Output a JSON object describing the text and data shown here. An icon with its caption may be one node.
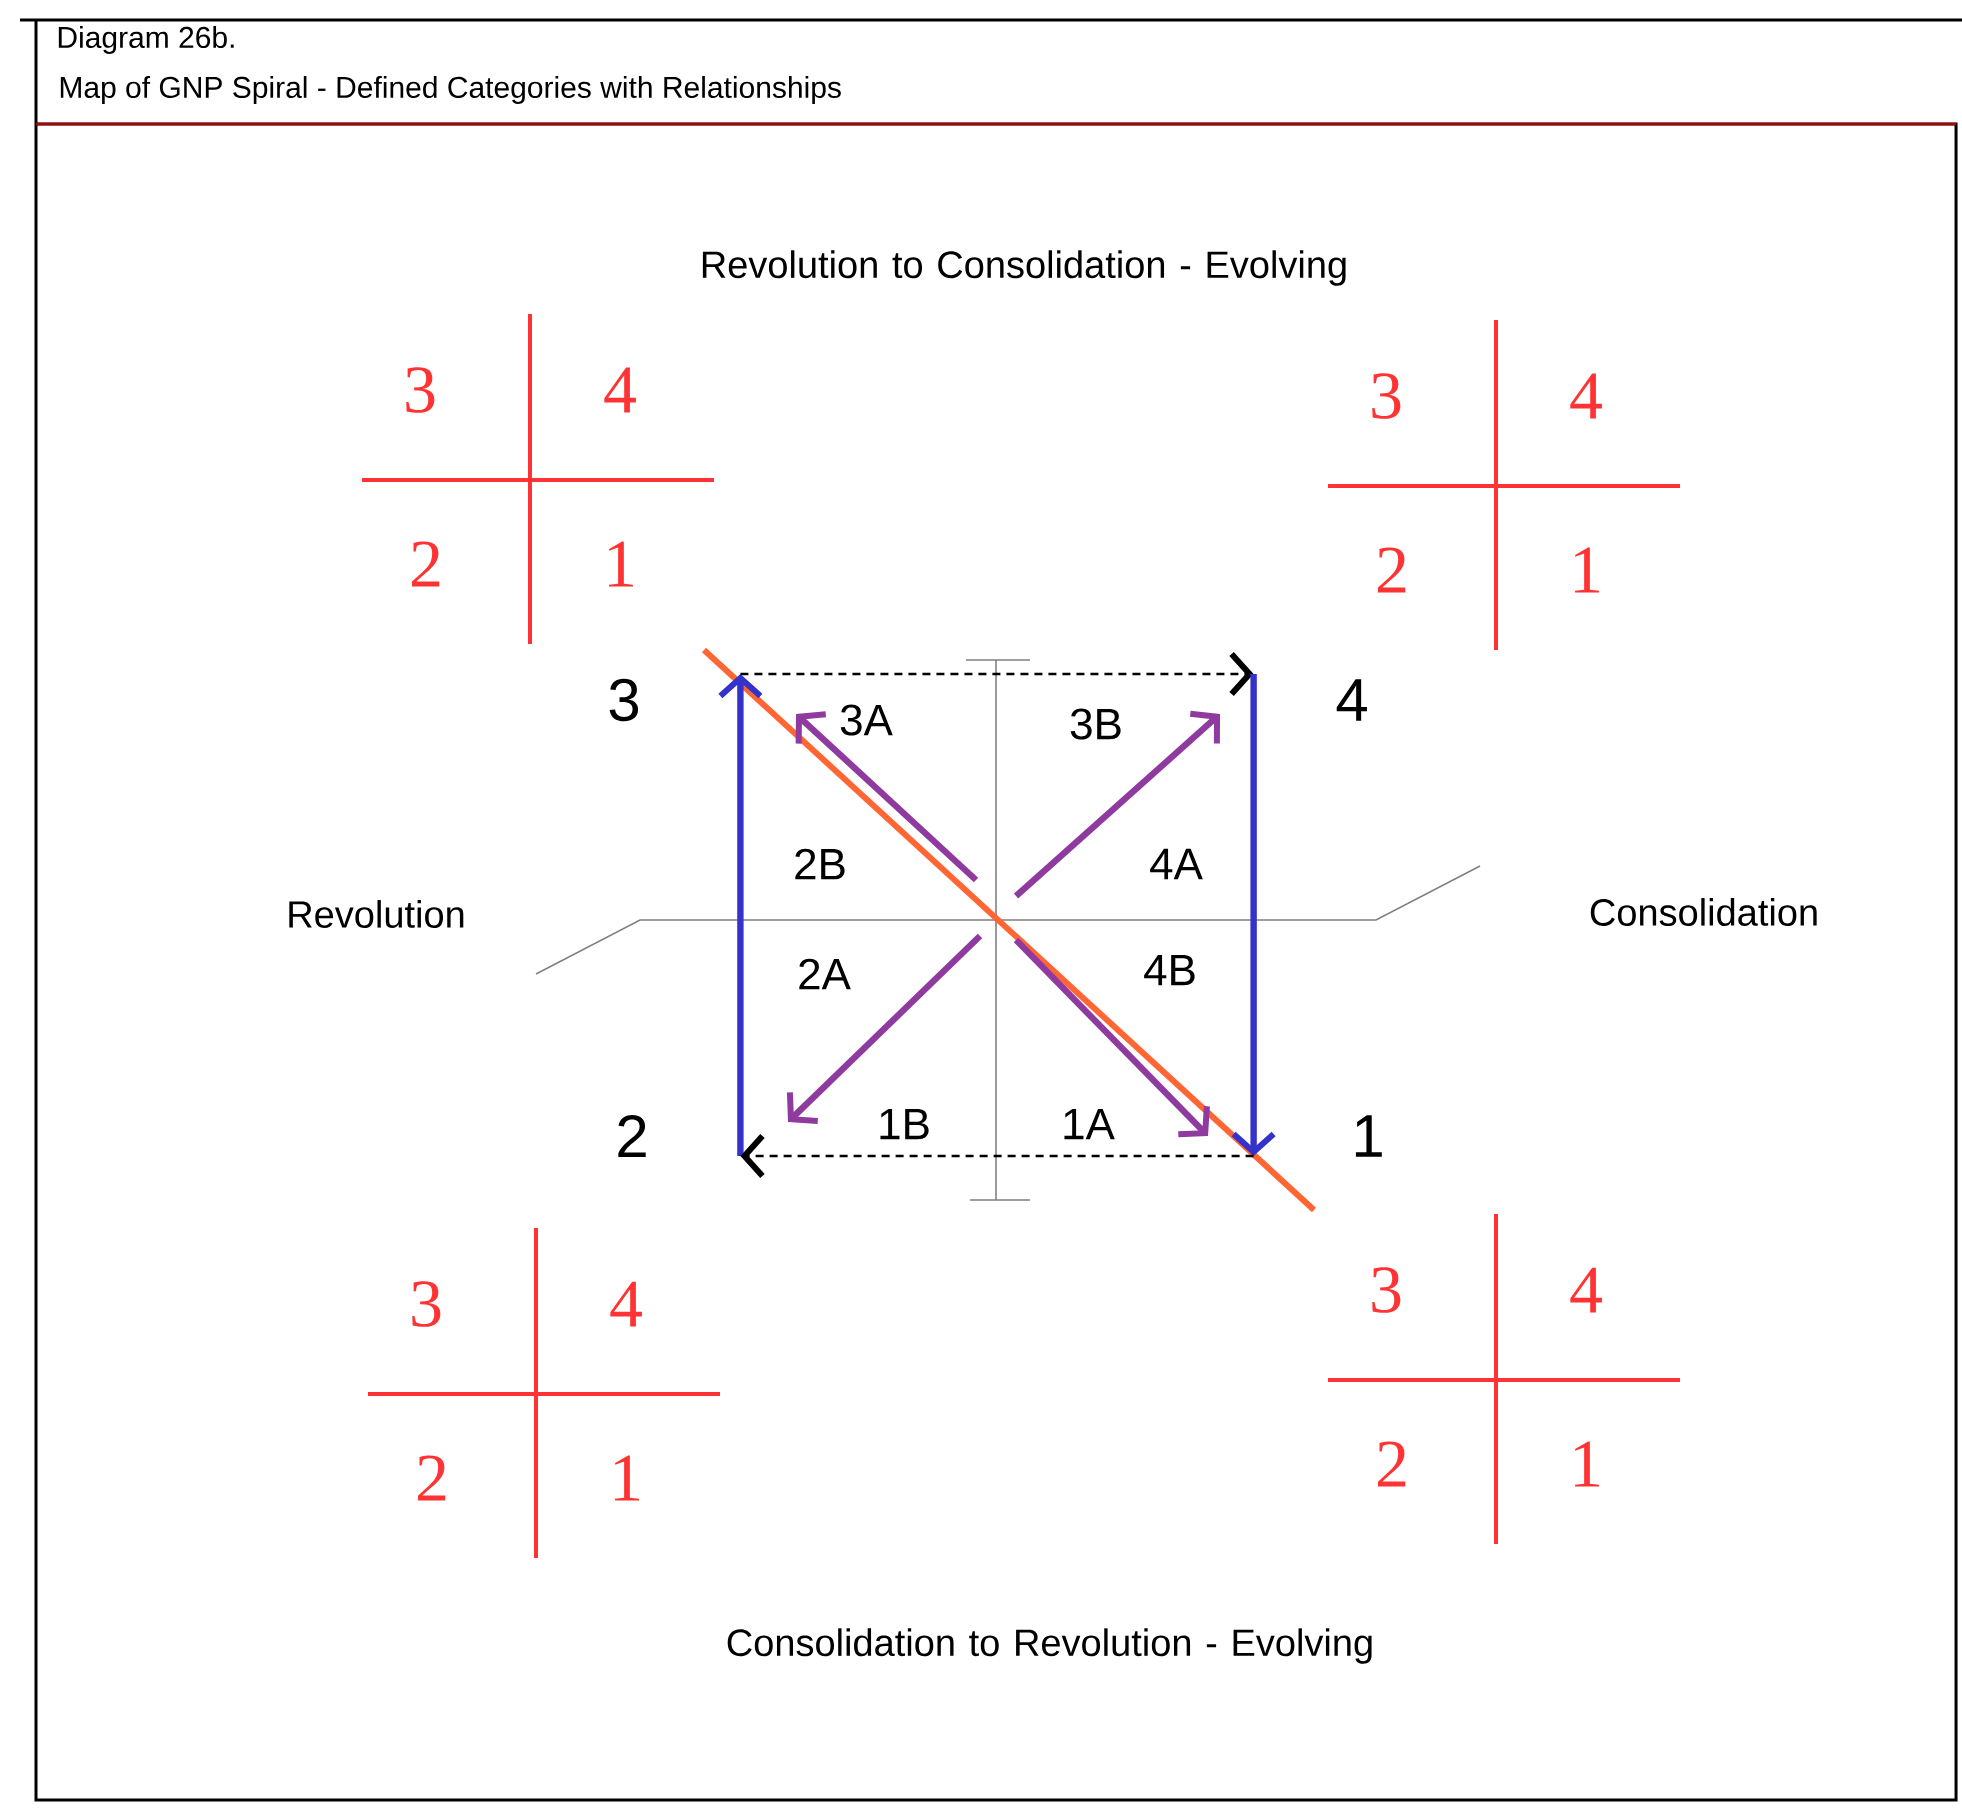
{
  "diagram": {
    "title": "Diagram 26b.",
    "nodes": [
      {
        "text": [
          "3"
        ]
      },
      {
        "text": [
          "4"
        ]
      },
      {
        "text": [
          "2"
        ]
      },
      {
        "text": [
          "1"
        ]
      }
    ],
    "edges": [
      {
        "from": 2,
        "to": 0,
        "arrow": "to",
        "color": "#3333cc",
        "style": "thick"
      },
      {
        "from": 0,
        "to": 1,
        "arrow": "to",
        "color": "#000000",
        "style": "dashed"
      },
      {
        "from": 1,
        "to": 3,
        "arrow": "to",
        "color": "#3333cc",
        "style": "thick"
      },
      {
        "from": 3,
        "to": 2,
        "arrow": "to",
        "color": "#000000",
        "style": "dashed"
      }
    ],
    "labels": [
      "Map of GNP Spiral - Defined Categories with Relationships",
      "Revolution to Consolidation - Evolving",
      "3",
      "4",
      "2",
      "1",
      "3",
      "4",
      "2",
      "1",
      "3A",
      "3B",
      "2B",
      "4A",
      "Revolution",
      "Consolidation",
      "2A",
      "4B",
      "1B",
      "1A",
      "3",
      "4",
      "2",
      "1",
      "3",
      "4",
      "2",
      "1",
      "Consolidation to Revolution - Evolving"
    ]
  }
}
